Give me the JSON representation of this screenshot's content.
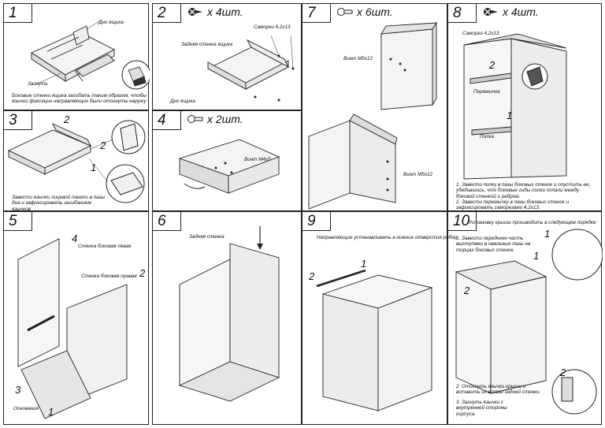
{
  "steps": [
    {
      "num": "1",
      "labels": {
        "bottom": "Дно ящика",
        "bend": "Загнуть",
        "note": "Боковые стенки ящика загибать таким образом, чтобы язычки фиксации направляющих были отогнуты наружу"
      }
    },
    {
      "num": "2",
      "qty": "x 4шт.",
      "labels": {
        "screw": "Саморез 4,2x13",
        "back": "Задняя стенка ящика",
        "bottom": "Дно ящика"
      }
    },
    {
      "num": "7",
      "qty": "x 6шт.",
      "labels": {
        "screw1": "Винт М5x12",
        "screw2": "Винт М5x12"
      }
    },
    {
      "num": "8",
      "qty": "x 4шт.",
      "labels": {
        "screw": "Саморез 4,2x13",
        "crossbar": "Перемычка",
        "shelf": "Полка",
        "n1": "1",
        "n2": "2",
        "note": "1. Завести полку в пазы боковых стенок и опустить ее, убедившись, что боковые гибы полки попали между боковой стенкой и ребром.\n2. Завести перемычку в пазы боковых стенок и зафиксировать саморезами 4,2x13."
      }
    },
    {
      "num": "3",
      "labels": {
        "n1": "1",
        "n2a": "2",
        "n2b": "2",
        "note": "Завести язычки лицевой панели в пазы дна и зафиксировать загибанием язычков"
      }
    },
    {
      "num": "4",
      "qty": "x 2шт.",
      "labels": {
        "screw": "Винт М4x5"
      }
    },
    {
      "num": "5",
      "labels": {
        "left": "Стенка боковая левая",
        "right": "Стенка боковая правая",
        "base": "Основание",
        "n1": "1",
        "n2": "2",
        "n3": "3",
        "n4": "4"
      }
    },
    {
      "num": "6",
      "labels": {
        "back": "Задняя стенка"
      }
    },
    {
      "num": "9",
      "labels": {
        "note": "Направляющие устанавливать в нижние отверстия ребер.",
        "n2": "2",
        "n1": "1"
      }
    },
    {
      "num": "10",
      "labels": {
        "title": "Установку крыши производить в следующем порядке:",
        "s1": "1.        Завести переднюю часть выступами в овальные пазы на торцах боковых стенок.",
        "n1a": "1",
        "n1b": "1",
        "n2a": "2",
        "n2b": "2",
        "s2": "2. Отогнуть язычки крыши и вставить их в пазы задней стенки.",
        "s3": "3. Загнуть язычки с внутренней стороны корпуса."
      }
    }
  ]
}
